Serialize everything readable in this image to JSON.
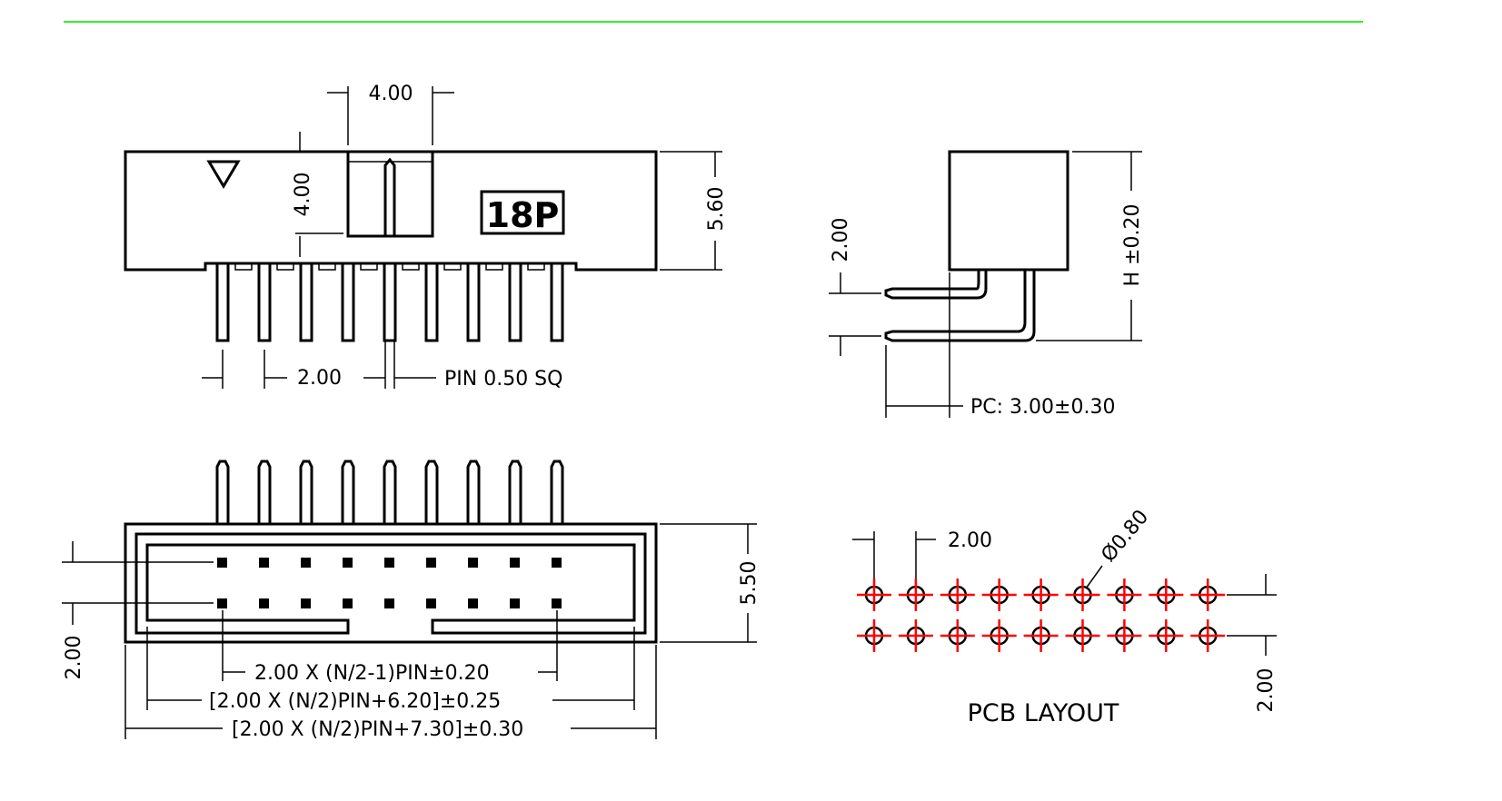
{
  "colors": {
    "rule": "#33ee33",
    "centerline": "#ff0000",
    "outline": "#000000"
  },
  "pin_count": 9,
  "top_view": {
    "label_count": "18P",
    "dim_latch_width": "4.00",
    "dim_latch_depth": "4.00",
    "dim_height": "5.60",
    "dim_pitch": "2.00",
    "pin_note": "PIN  0.50  SQ"
  },
  "side_view": {
    "dim_row": "2.00",
    "dim_h": "H  ±0.20",
    "dim_pc": "PC:  3.00±0.30"
  },
  "bottom_view": {
    "dim_height": "5.50",
    "dim_row": "2.00",
    "dim_a": "2.00  X  (N/2-1)PIN±0.20",
    "dim_b": "[2.00  X  (N/2)PIN+6.20]±0.25",
    "dim_c": "[2.00  X  (N/2)PIN+7.30]±0.30"
  },
  "pcb_layout": {
    "title": "PCB  LAYOUT",
    "dim_pitch": "2.00",
    "dim_hole": "Ø0.80",
    "dim_row": "2.00"
  }
}
